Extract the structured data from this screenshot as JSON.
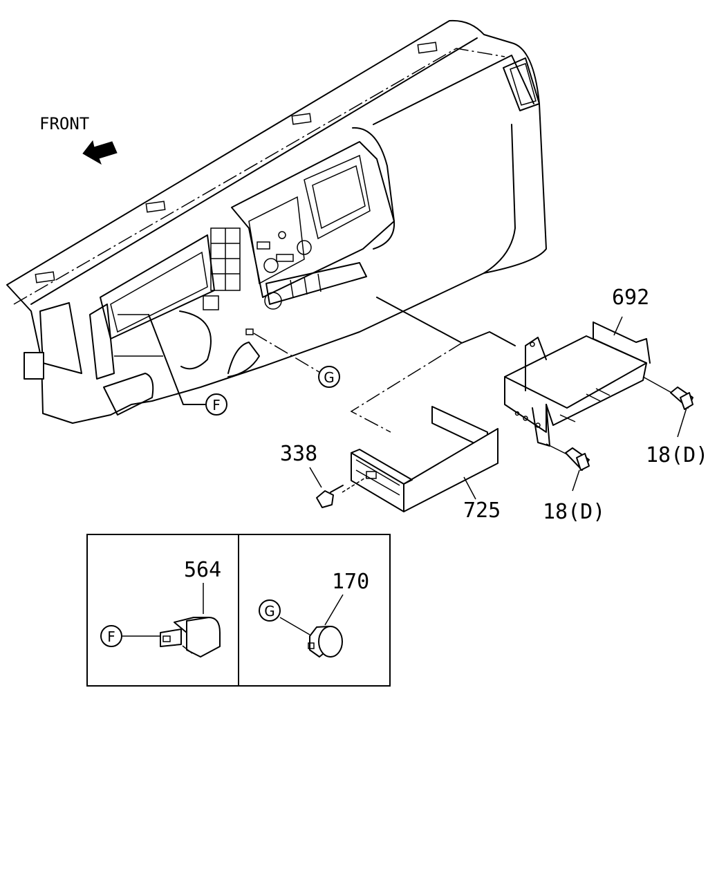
{
  "direction_label": "FRONT",
  "callouts": {
    "p692": "692",
    "p338": "338",
    "p725": "725",
    "p18_right": "18(D)",
    "p18_mid": "18(D)",
    "p564": "564",
    "p170": "170"
  },
  "reference_letters": {
    "f_main": "F",
    "g_main": "G",
    "f_inset": "F",
    "g_inset": "G"
  },
  "icons": {
    "arrow": "front-direction-arrow"
  }
}
